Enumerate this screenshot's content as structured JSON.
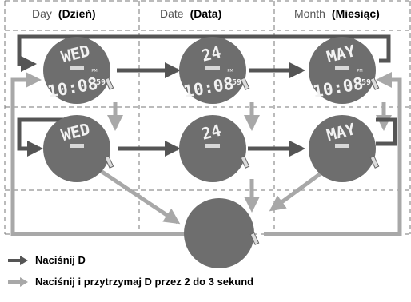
{
  "columns": [
    {
      "en": "Day",
      "pl": "(Dzień)"
    },
    {
      "en": "Date",
      "pl": "(Data)"
    },
    {
      "en": "Month",
      "pl": "(Miesiąc)"
    }
  ],
  "rows": [
    {
      "watches": [
        {
          "top": "WED",
          "bottom": "10:08",
          "seconds": "59",
          "pm": "PM"
        },
        {
          "top": "24",
          "bottom": "10:08",
          "seconds": "59",
          "pm": "PM"
        },
        {
          "top": "MAY",
          "bottom": "10:08",
          "seconds": "59",
          "pm": "PM"
        }
      ]
    },
    {
      "watches": [
        {
          "top": "WED"
        },
        {
          "top": "24"
        },
        {
          "top": "MAY"
        }
      ]
    }
  ],
  "legend": {
    "dark": {
      "label": "Naciśnij  D",
      "color": "#555555"
    },
    "light": {
      "label": "Naciśnij i przytrzymaj D przez 2 do 3 sekund",
      "color": "#a8a8a8"
    }
  },
  "colors": {
    "watch_face": "#6e6e6e",
    "watch_text": "#f2f2f2",
    "grid": "#777777"
  }
}
